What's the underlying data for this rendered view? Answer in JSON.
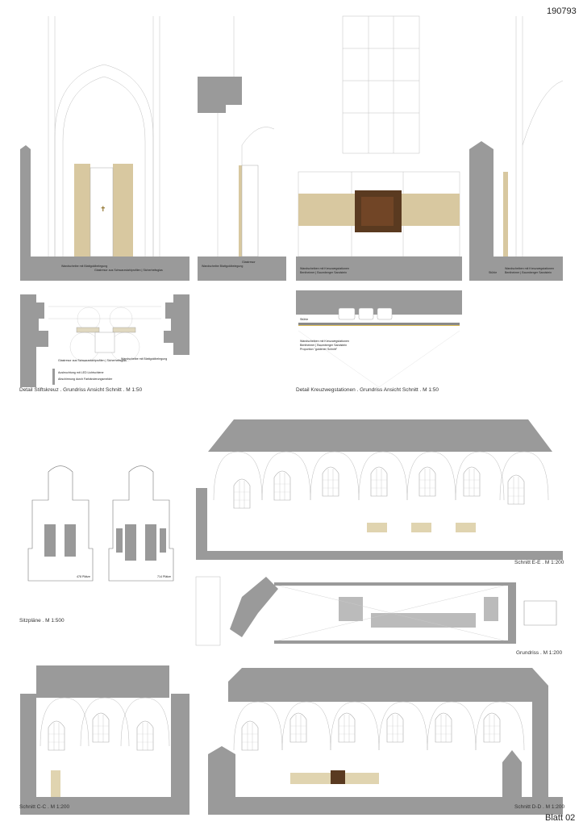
{
  "sheet": {
    "project_number": "190793",
    "sheet_label": "Blatt 02"
  },
  "colors": {
    "wall": "#9a9a9a",
    "gold": "#d8c8a0",
    "line": "#b8b8b8",
    "painting": "#5a3a20"
  },
  "top_details": {
    "panel1": {
      "label_a": "Wandscheibe mit Blattgoldbelegung",
      "label_b": "Glastresor aus Schwarzstahlprofilen | Sicherheitsglas"
    },
    "panel2": {
      "label_a": "Wandscheibe Blattgoldbelegung",
      "label_b": "Glastresor"
    },
    "panel3": {
      "label_a": "Wandscheiben mit Kreuzwegstationen",
      "label_b": "Bentheimer | Baumberger Sandstein"
    },
    "panel4": {
      "label_stuhl": "Stühle",
      "label_a": "Wandscheiben mit Kreuzwegstationen",
      "label_b": "Bentheimer | Baumberger Sandstein"
    }
  },
  "plan_details": {
    "left": {
      "label_glass": "Glastresor aus Schwarzstahlprofilen | Sicherheitsglas",
      "label_wall": "Wandscheibe mit Blattgoldbelegung",
      "label_led": "Ausleuchtung mit LED Lichtschiene",
      "label_marker": "Abschirmung durch Farbänderungsmelder",
      "caption": "Detail Stiftskreuz . Grundriss Ansicht Schnitt . M 1:50"
    },
    "right": {
      "label_chairs": "Stühle",
      "label_walls": "Wandscheiben mit Kreuzwegstationen",
      "label_stone": "Bentheimer | Baumberger Sandstein",
      "label_prop": "Proportion \"goldener Schnitt\"",
      "caption": "Detail Kreuzwegstationen . Grundriss Ansicht Schnitt . M 1:50"
    }
  },
  "seating": {
    "caption": "Sitzpläne . M 1:500",
    "plan1_seats": "478 Plätze",
    "plan2_seats": "714 Plätze"
  },
  "sections": {
    "ee": {
      "caption": "Schnitt E-E . M 1:200"
    },
    "grundriss": {
      "caption": "Grundriss . M 1:200"
    },
    "cc": {
      "caption": "Schnitt C-C . M 1:200"
    },
    "dd": {
      "caption": "Schnitt D-D . M 1:200"
    }
  }
}
